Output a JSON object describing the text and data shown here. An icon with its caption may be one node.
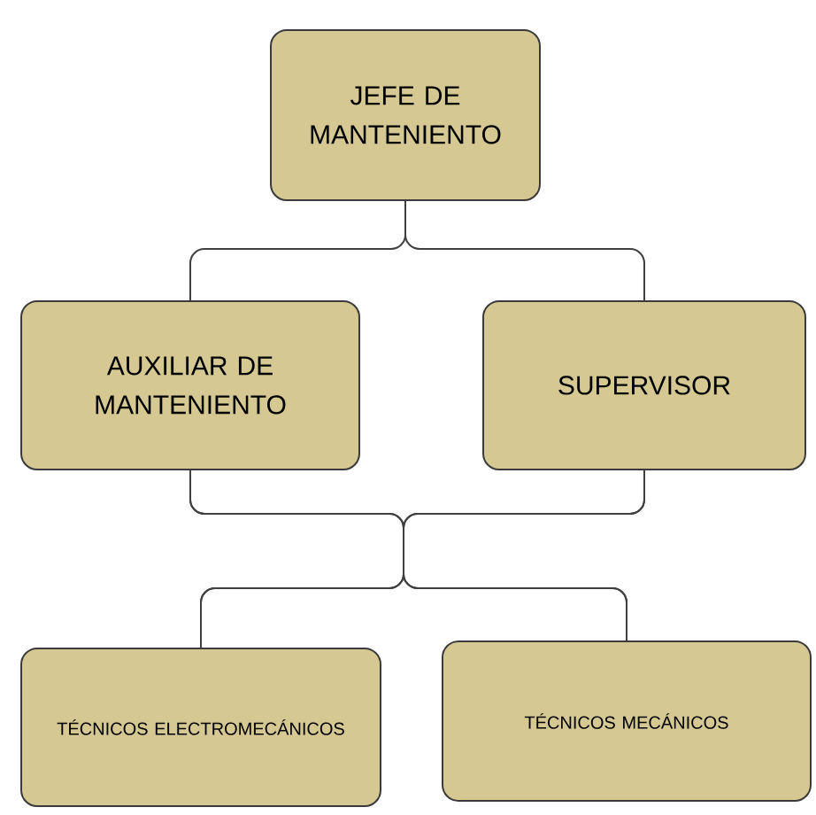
{
  "diagram": {
    "nodes": [
      {
        "text": [
          "JEFE DE MANTENIENTO"
        ]
      },
      {
        "text": [
          "AUXILIAR DE MANTENIENTO"
        ]
      },
      {
        "text": [
          "SUPERVISOR"
        ]
      },
      {
        "text": [
          "TÉCNICOS ELECTROMECÁNICOS"
        ]
      },
      {
        "text": [
          "TÉCNICOS MECÁNICOS"
        ]
      }
    ],
    "edges": [
      {
        "from": 0,
        "to": 1,
        "arrow": "none"
      },
      {
        "from": 0,
        "to": 2,
        "arrow": "none"
      },
      {
        "from": 1,
        "to": 3,
        "arrow": "none"
      },
      {
        "from": 1,
        "to": 4,
        "arrow": "none"
      },
      {
        "from": 2,
        "to": 3,
        "arrow": "none"
      },
      {
        "from": 2,
        "to": 4,
        "arrow": "none"
      }
    ]
  }
}
